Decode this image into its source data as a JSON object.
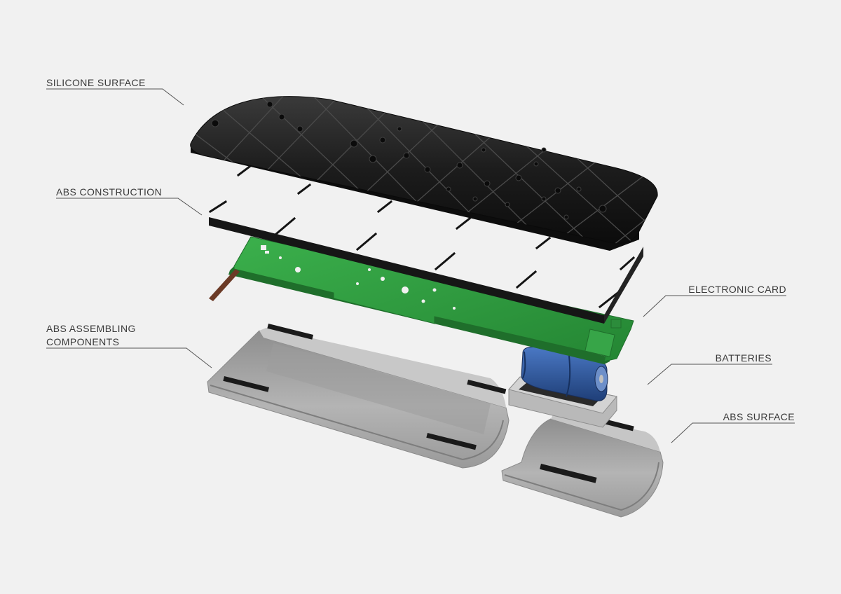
{
  "labels": {
    "silicone_surface": "SILICONE SURFACE",
    "abs_construction": "ABS CONSTRUCTION",
    "electronic_card": "ELECTRONIC CARD",
    "abs_assembling_line1": "ABS ASSEMBLING",
    "abs_assembling_line2": "COMPONENTS",
    "batteries": "BATTERIES",
    "abs_surface": "ABS SURFACE"
  },
  "colors": {
    "background": "#f1f1f1",
    "silicone": "#1d1d1d",
    "frame": "#161616",
    "pcb": "#2e9a3e",
    "battery": "#2d58a0",
    "abs_grey": "#a7a7a7",
    "wire": "#6b3a26",
    "leader": "#555555"
  }
}
